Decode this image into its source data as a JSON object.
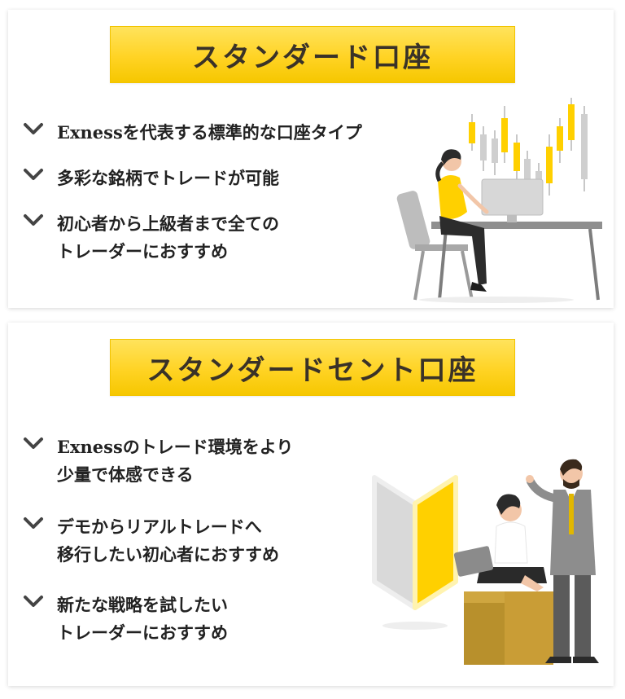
{
  "standard": {
    "title": "スタンダード口座",
    "features": [
      {
        "lines": [
          "Exnessを代表する標準的な口座タイプ"
        ]
      },
      {
        "lines": [
          "多彩な銘柄でトレードが可能"
        ]
      },
      {
        "lines": [
          "初心者から上級者まで全ての",
          "トレーダーにおすすめ"
        ]
      }
    ]
  },
  "standard_cent": {
    "title": "スタンダードセント口座",
    "features": [
      {
        "lines": [
          "Exnessのトレード環境をより",
          "少量で体感できる"
        ]
      },
      {
        "lines": [
          "デモからリアルトレードへ",
          "移行したい初心者におすすめ"
        ]
      },
      {
        "lines": [
          "新たな戦略を試したい",
          "トレーダーにおすすめ"
        ]
      }
    ]
  },
  "colors": {
    "accent_yellow": "#ffd324",
    "check_gray": "#444444",
    "text": "#222222"
  },
  "icons": [
    "chevron-down-icon",
    "candlestick-chart-icon",
    "woman-at-desk-illustration",
    "beginner-mark-icon",
    "business-people-illustration"
  ]
}
